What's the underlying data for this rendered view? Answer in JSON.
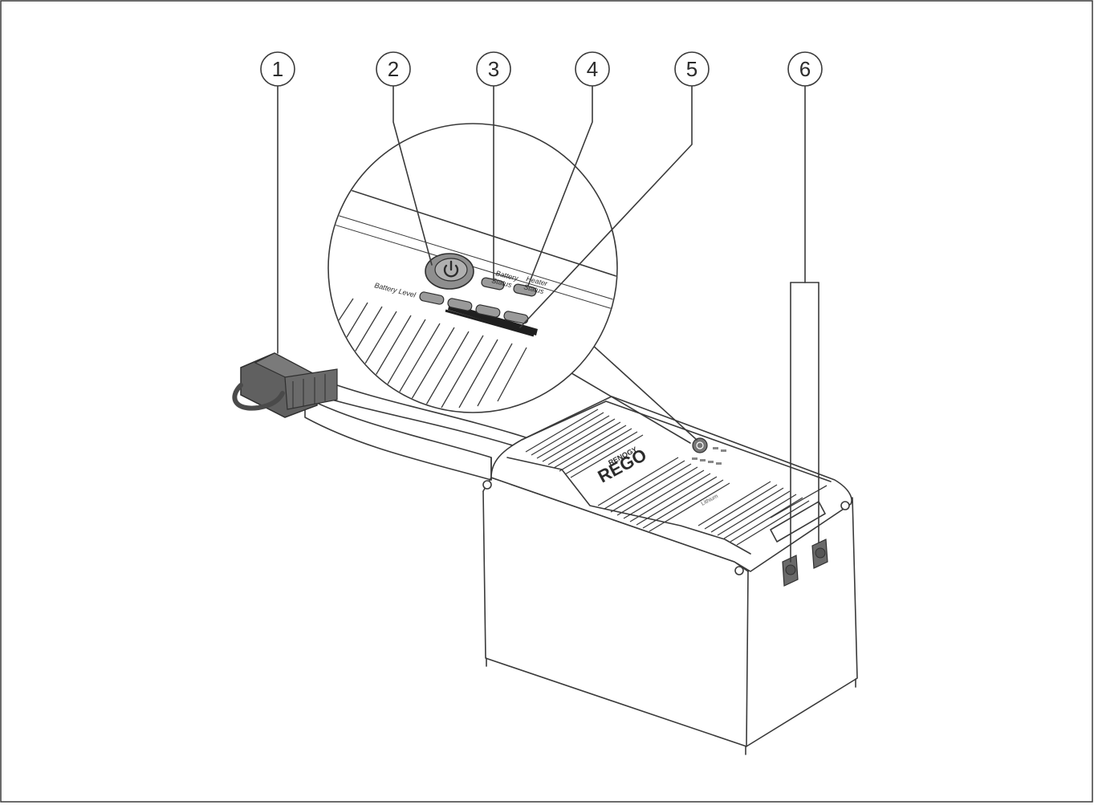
{
  "callouts": [
    {
      "id": "1",
      "label": "1"
    },
    {
      "id": "2",
      "label": "2"
    },
    {
      "id": "3",
      "label": "3"
    },
    {
      "id": "4",
      "label": "4"
    },
    {
      "id": "5",
      "label": "5"
    },
    {
      "id": "6",
      "label": "6"
    }
  ],
  "panel": {
    "battery_level": "Battery Level",
    "battery_status_line1": "Battery",
    "battery_status_line2": "Status",
    "heater_status_line1": "Heater",
    "heater_status_line2": "Status"
  },
  "product": {
    "brand": "RENOGY",
    "model": "REGO",
    "chemistry": "Lithium"
  },
  "colors": {
    "outline": "#3a3a3a",
    "connector": "#5a5a5a",
    "button": "#8a8a8a",
    "led": "#9a9a9a"
  }
}
